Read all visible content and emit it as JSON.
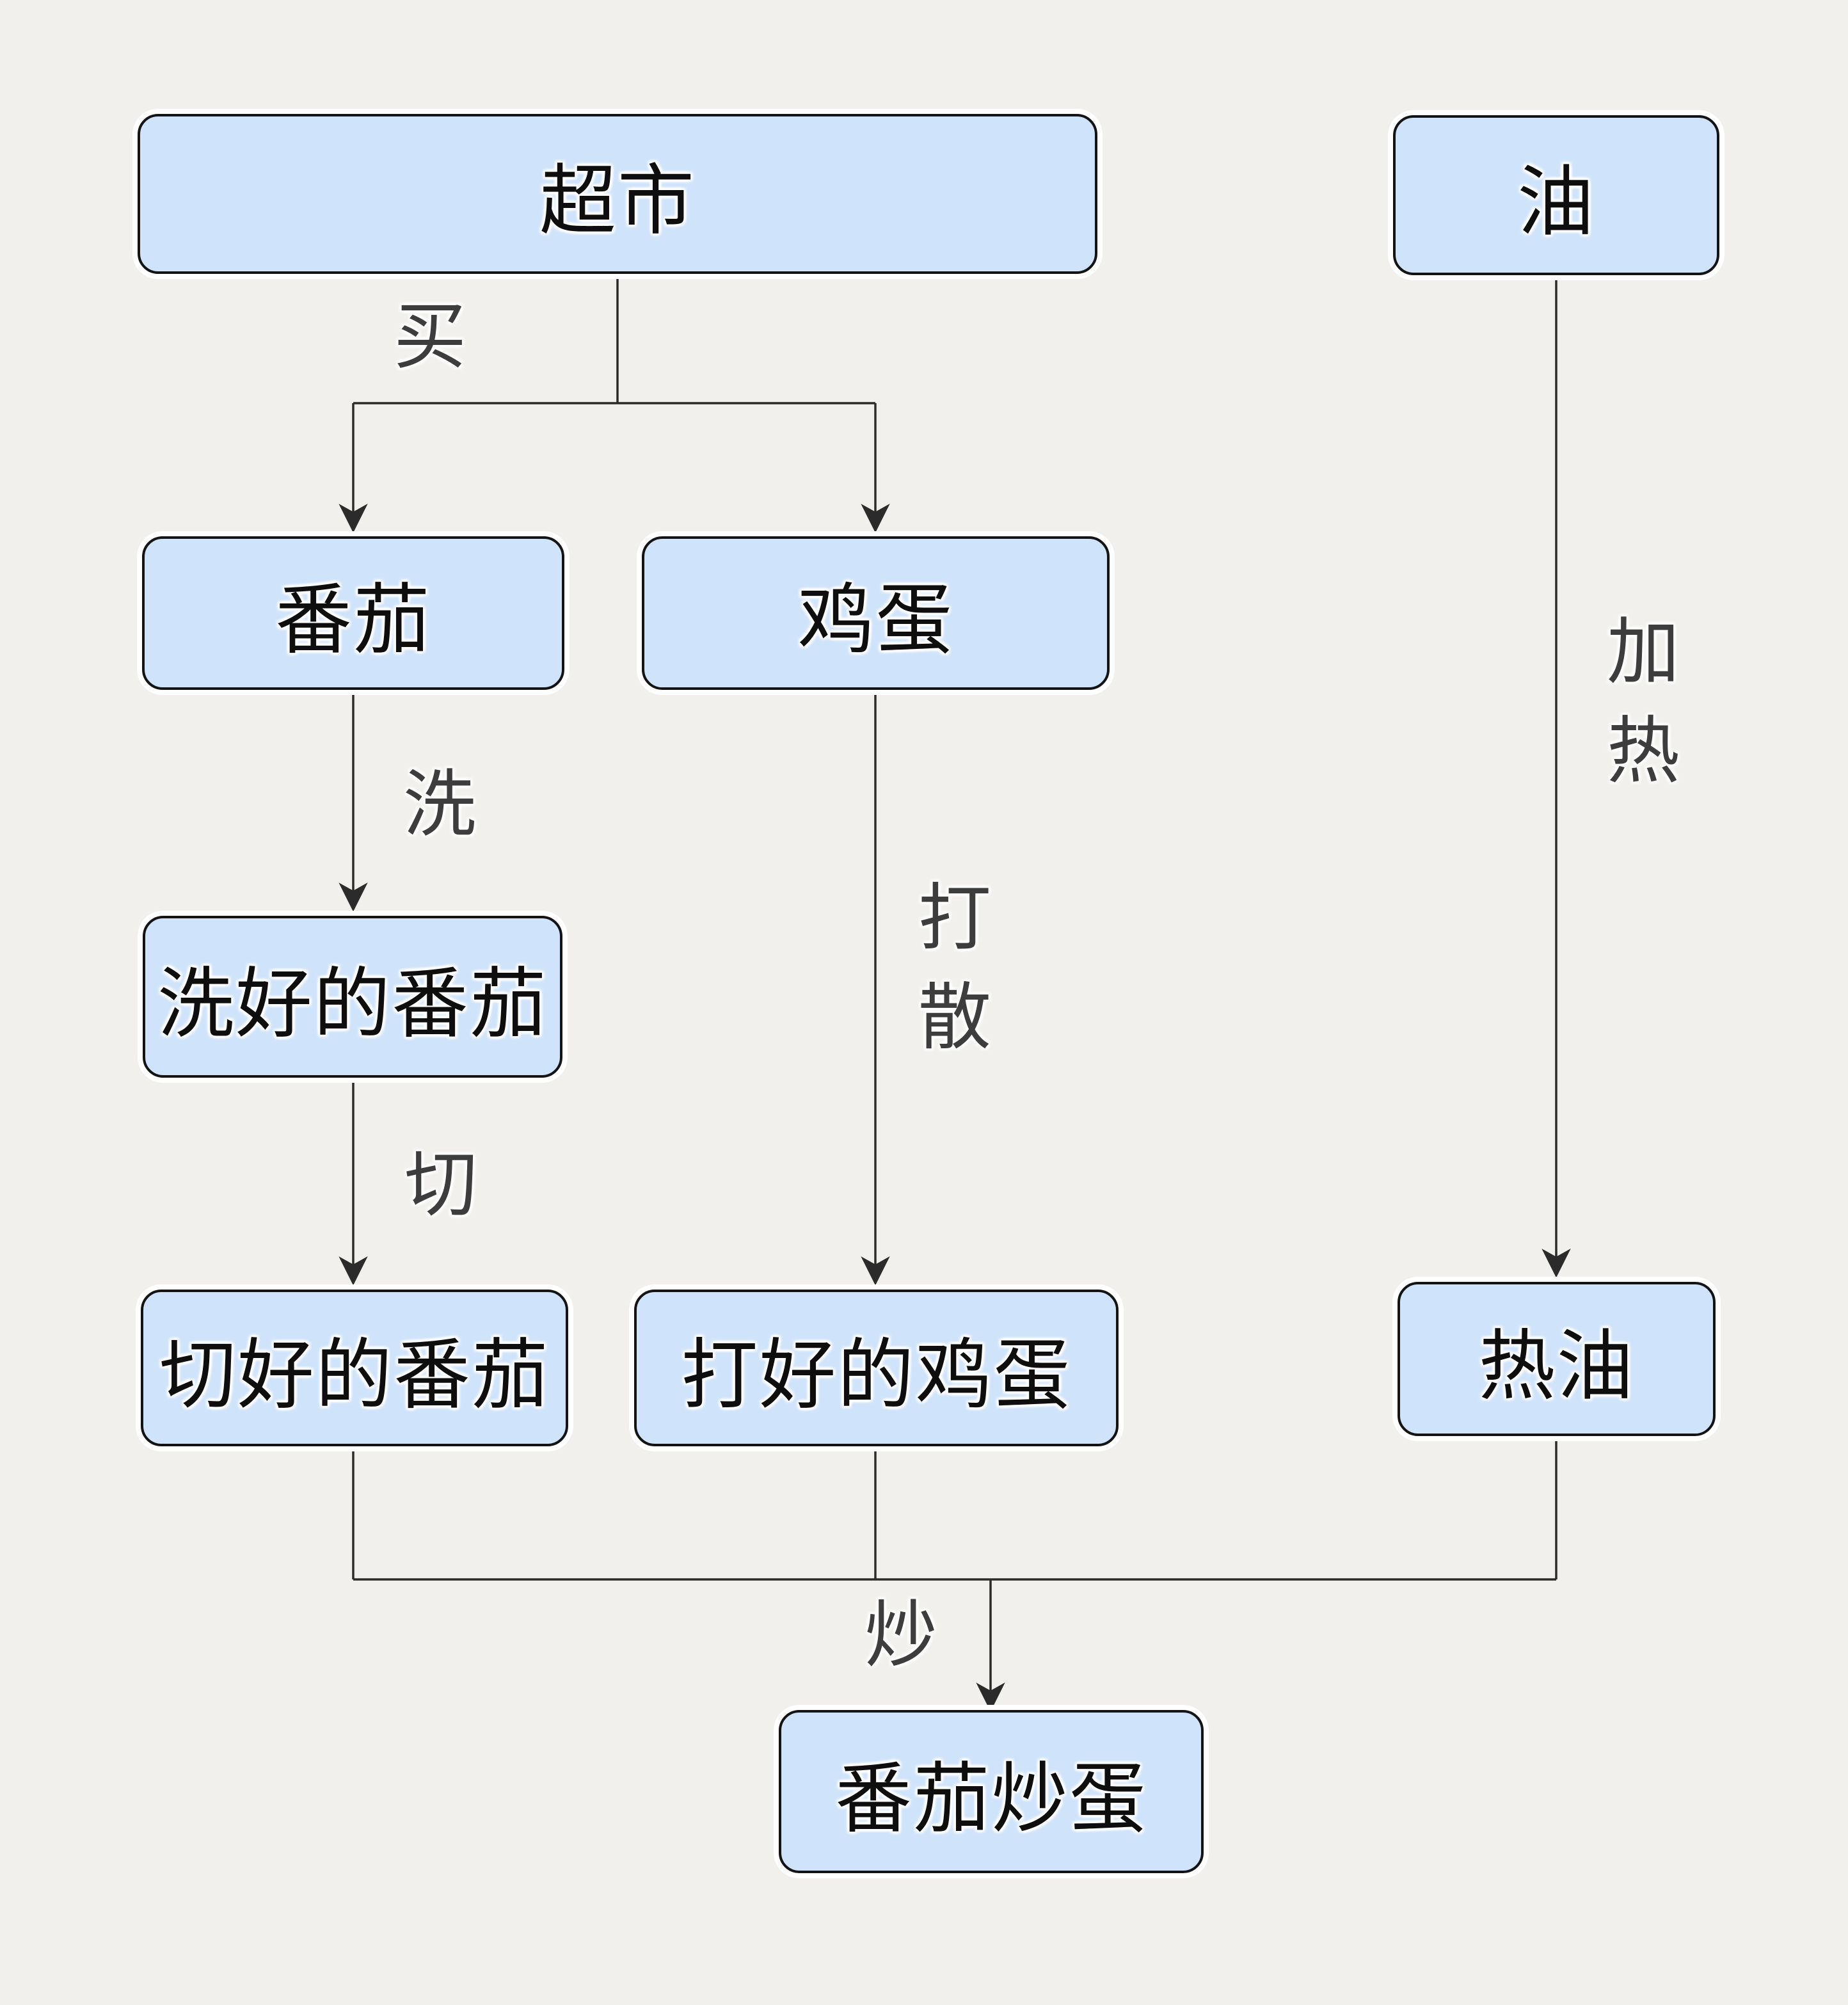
{
  "diagram": {
    "type": "flowchart",
    "direction": "top-down",
    "background_color": "#f1f0ec",
    "node_fill_color": "#cfe3fa",
    "node_border_color": "#141414",
    "edge_line_color": "#2b2b2b",
    "edge_label_color": "#3d3d3d",
    "nodes": {
      "supermarket": {
        "label": "超市"
      },
      "oil": {
        "label": "油"
      },
      "tomato": {
        "label": "番茄"
      },
      "egg": {
        "label": "鸡蛋"
      },
      "washed_tomato": {
        "label": "洗好的番茄"
      },
      "cut_tomato": {
        "label": "切好的番茄"
      },
      "beaten_egg": {
        "label": "打好的鸡蛋"
      },
      "hot_oil": {
        "label": "热油"
      },
      "dish": {
        "label": "番茄炒蛋"
      }
    },
    "edge_labels": {
      "buy": "买",
      "wash": "洗",
      "cut": "切",
      "beat": "打散",
      "heat": "加热",
      "fry": "炒"
    },
    "edges": [
      {
        "from": "supermarket",
        "to": "tomato",
        "label": "买"
      },
      {
        "from": "supermarket",
        "to": "egg",
        "label": "买"
      },
      {
        "from": "tomato",
        "to": "washed_tomato",
        "label": "洗"
      },
      {
        "from": "washed_tomato",
        "to": "cut_tomato",
        "label": "切"
      },
      {
        "from": "egg",
        "to": "beaten_egg",
        "label": "打散"
      },
      {
        "from": "oil",
        "to": "hot_oil",
        "label": "加热"
      },
      {
        "from": "cut_tomato",
        "to": "dish",
        "label": "炒"
      },
      {
        "from": "beaten_egg",
        "to": "dish",
        "label": "炒"
      },
      {
        "from": "hot_oil",
        "to": "dish",
        "label": "炒"
      }
    ]
  }
}
